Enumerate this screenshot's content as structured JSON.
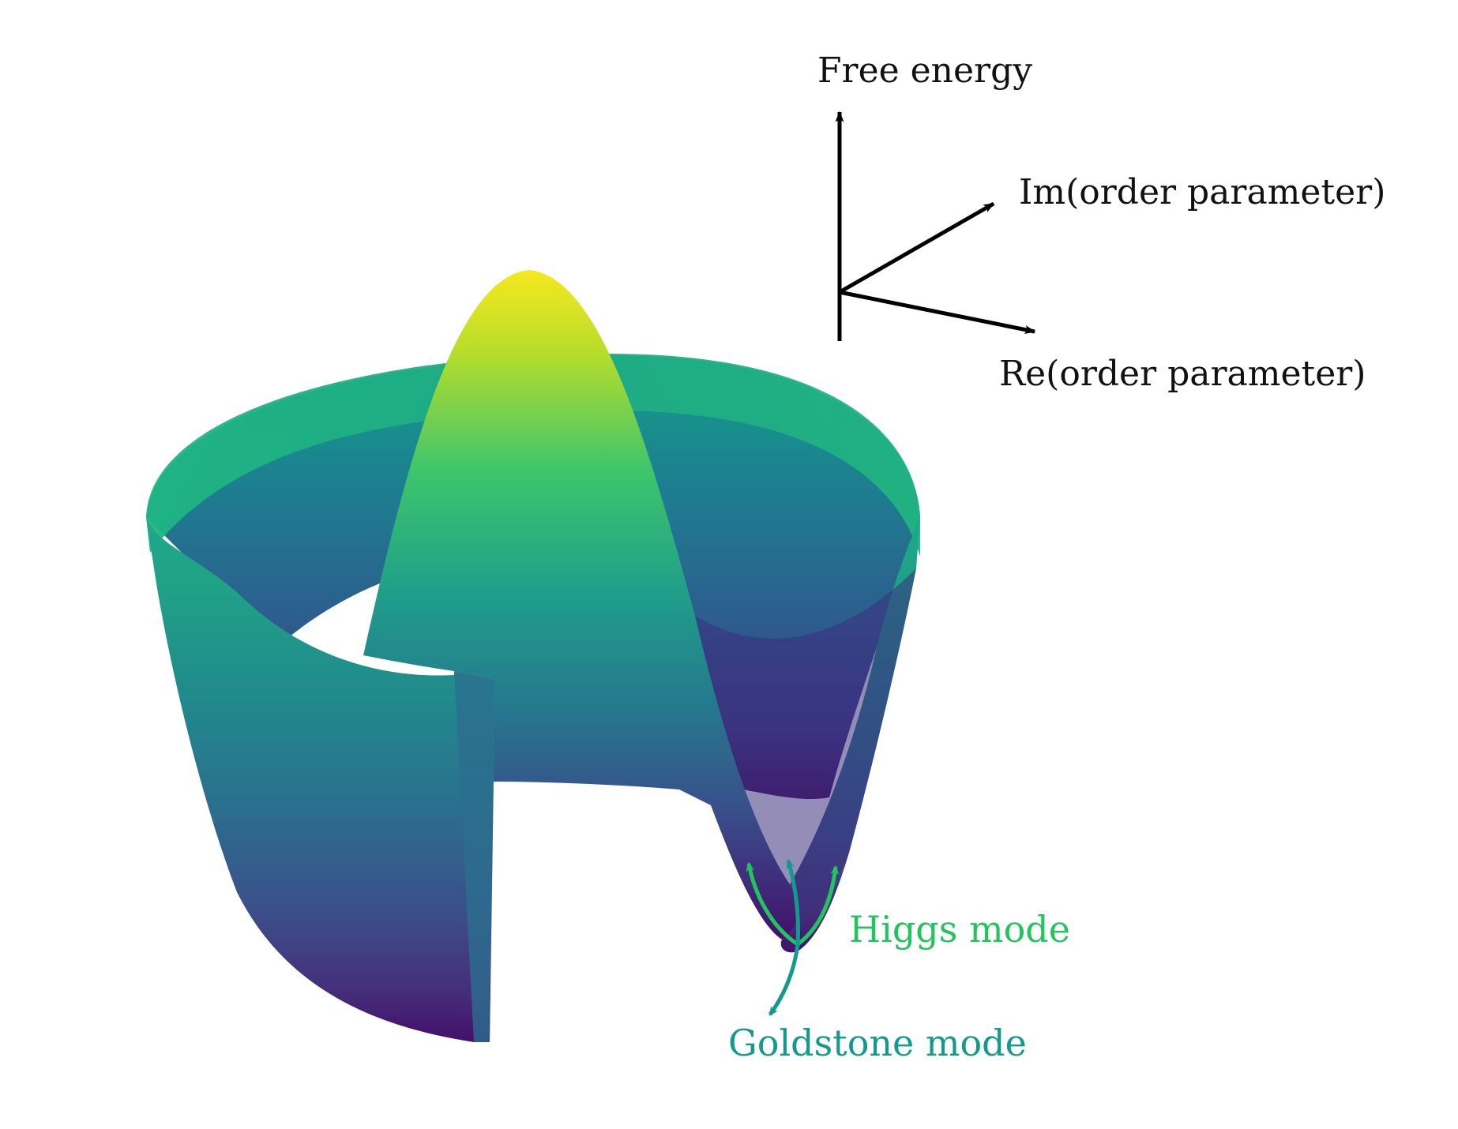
{
  "axes": {
    "free_energy": "Free energy",
    "imaginary": "Im(order parameter)",
    "real": "Re(order parameter)"
  },
  "modes": {
    "higgs": "Higgs mode",
    "goldstone": "Goldstone mode"
  },
  "colors": {
    "colormap": "viridis",
    "higgs": "#22c45e",
    "goldstone": "#149a8a",
    "axis": "#000000"
  }
}
